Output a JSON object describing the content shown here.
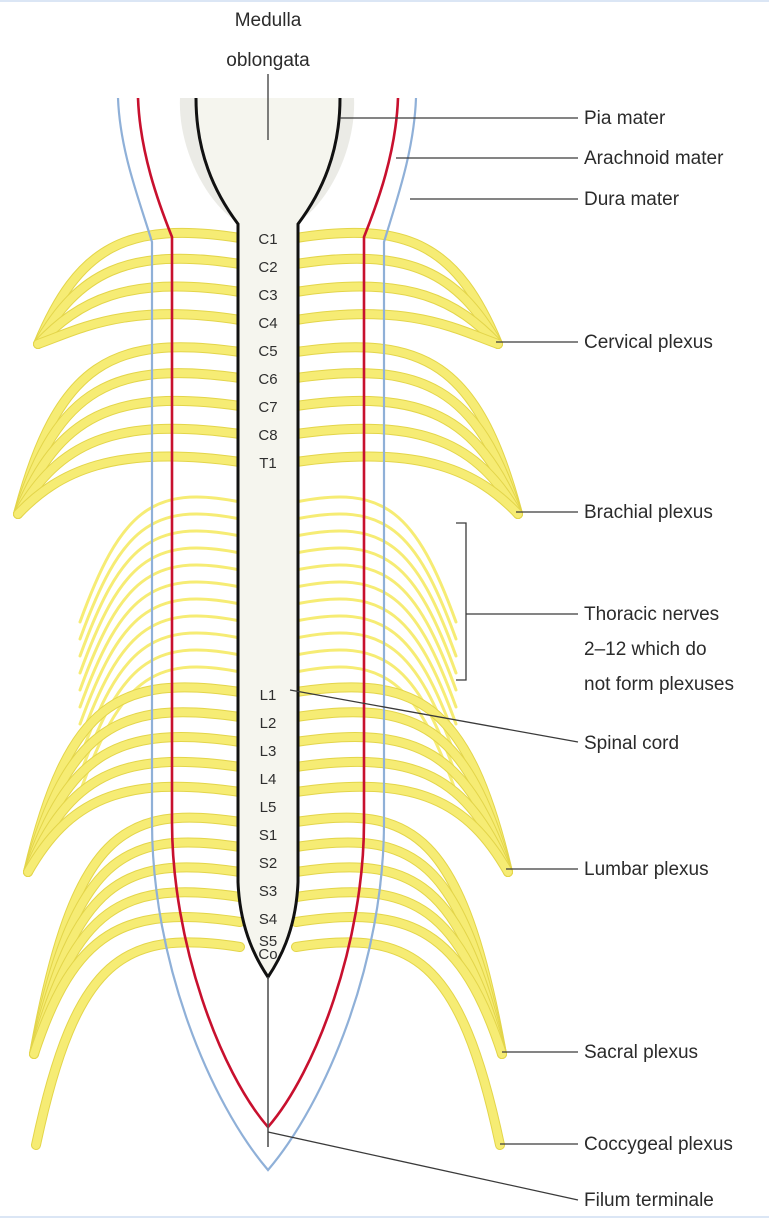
{
  "diagram": {
    "top_label": [
      "Medulla",
      "oblongata"
    ],
    "labels": {
      "pia_mater": "Pia mater",
      "arachnoid_mater": "Arachnoid mater",
      "dura_mater": "Dura mater",
      "cervical_plexus": "Cervical plexus",
      "brachial_plexus": "Brachial plexus",
      "thoracic_nerves": [
        "Thoracic nerves",
        "2–12 which do",
        "not form plexuses"
      ],
      "spinal_cord": "Spinal cord",
      "lumbar_plexus": "Lumbar plexus",
      "sacral_plexus": "Sacral plexus",
      "coccygeal_plexus": "Coccygeal plexus",
      "filum_terminale": "Filum terminale"
    },
    "segments_upper": [
      "C1",
      "C2",
      "C3",
      "C4",
      "C5",
      "C6",
      "C7",
      "C8",
      "T1"
    ],
    "segments_lower": [
      "L1",
      "L2",
      "L3",
      "L4",
      "L5",
      "S1",
      "S2",
      "S3",
      "S4",
      "S5",
      "Co"
    ],
    "colors": {
      "nerve": "#f6ec74",
      "nerve_edge": "#e3d54a",
      "pia": "#111111",
      "arachnoid": "#c8102e",
      "dura": "#8fb0d8",
      "cord_fill": "#f5f5ee"
    }
  }
}
